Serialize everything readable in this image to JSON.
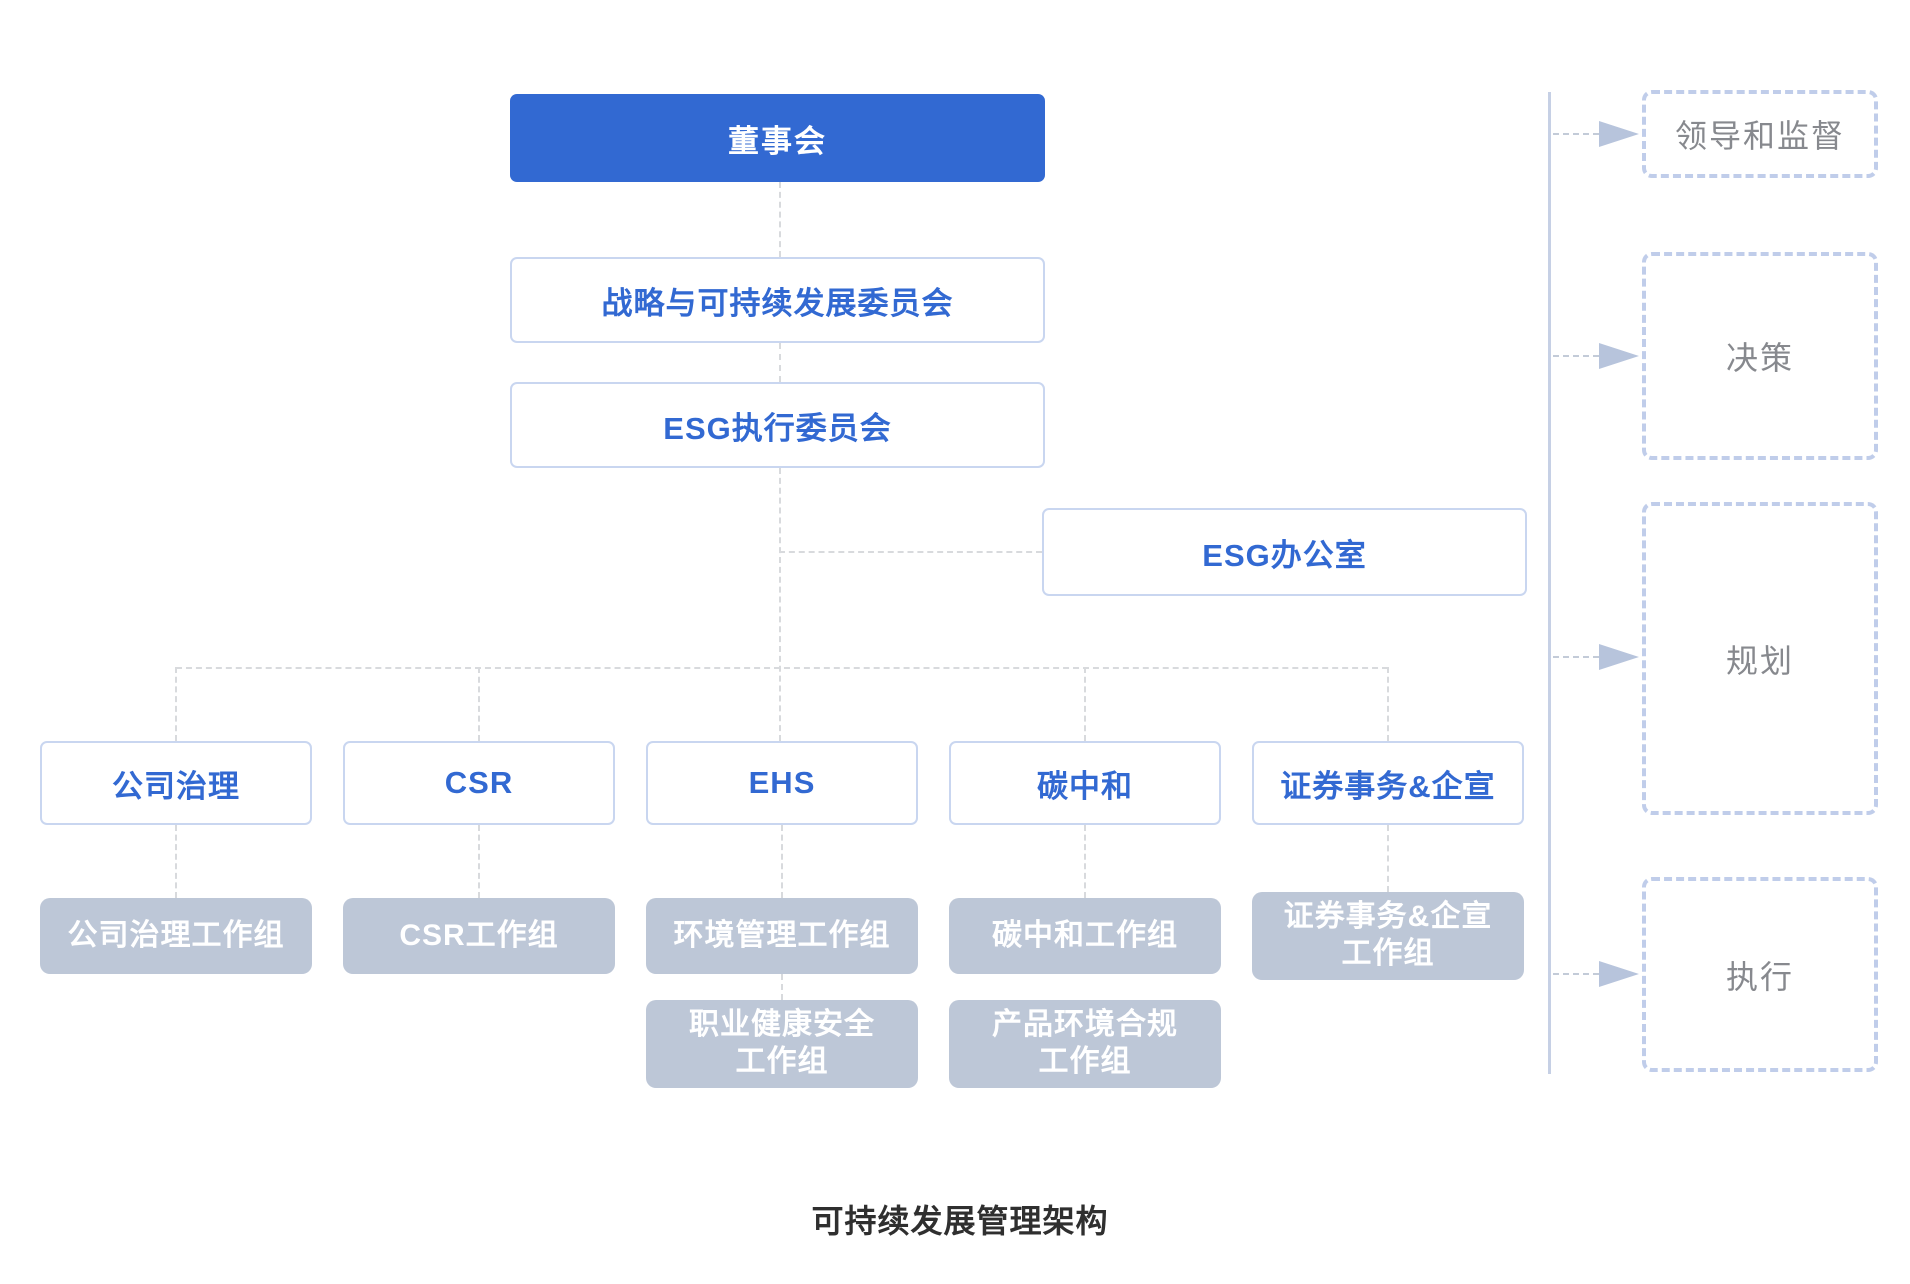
{
  "diagram": {
    "title": "可持续发展管理架构",
    "board": {
      "label": "董事会"
    },
    "committees": [
      {
        "label": "战略与可持续发展委员会"
      },
      {
        "label": "ESG执行委员会"
      }
    ],
    "office": {
      "label": "ESG办公室"
    },
    "departments": [
      {
        "label": "公司治理"
      },
      {
        "label": "CSR"
      },
      {
        "label": "EHS"
      },
      {
        "label": "碳中和"
      },
      {
        "label": "证券事务&企宣"
      }
    ],
    "workgroups_row1": [
      {
        "lines": [
          "公司治理工作组"
        ]
      },
      {
        "lines": [
          "CSR工作组"
        ]
      },
      {
        "lines": [
          "环境管理工作组"
        ]
      },
      {
        "lines": [
          "碳中和工作组"
        ]
      },
      {
        "lines": [
          "证券事务&企宣",
          "工作组"
        ]
      }
    ],
    "workgroups_row2": [
      {
        "lines": [
          "职业健康安全",
          "工作组"
        ]
      },
      {
        "lines": [
          "产品环境合规",
          "工作组"
        ]
      }
    ],
    "stages": [
      {
        "label": "领导和监督"
      },
      {
        "label": "决策"
      },
      {
        "label": "规划"
      },
      {
        "label": "执行"
      }
    ],
    "colors": {
      "primary_blue": "#3269D2",
      "outline_border": "#C9D6F0",
      "workgroup_gray": "#BDC7D7",
      "connector_gray": "#D8DADD",
      "stage_border": "#C0CDEA",
      "stage_text": "#87898E",
      "arrow_fill": "#B7C4DC",
      "title_text": "#2F2F2F"
    }
  }
}
